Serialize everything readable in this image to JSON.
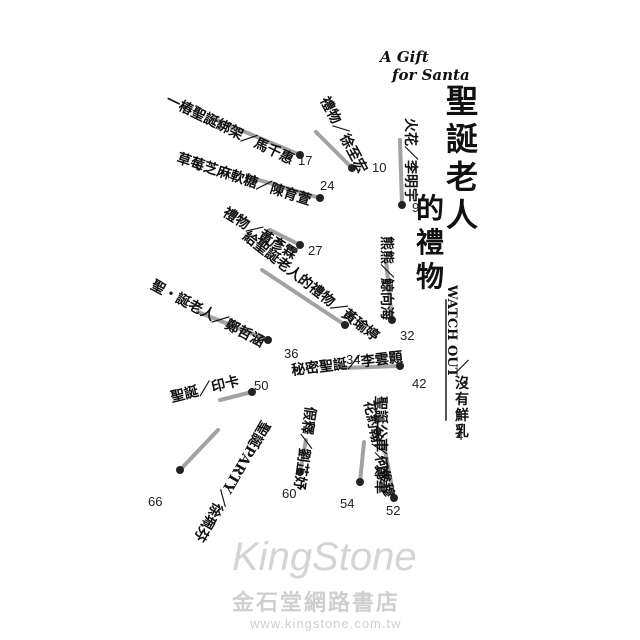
{
  "book": {
    "english_title": [
      "A Gift",
      "for Santa"
    ],
    "title_main": "聖誕老人",
    "title_sub": "的禮物",
    "series": "WATCH OUT",
    "series_sep": "／",
    "author": "沒有鮮乳",
    "author_page": "4"
  },
  "toc": [
    {
      "title": "火花",
      "author": "李明宇",
      "page": "9"
    },
    {
      "title": "禮物",
      "author": "徐至宏",
      "page": "10"
    },
    {
      "title": "一樁聖誕綁架",
      "author": "馬千惠",
      "page": "17"
    },
    {
      "title": "草莓芝麻軟糖",
      "author": "陳育萱",
      "page": "24"
    },
    {
      "title": "禮物",
      "author": "黃彥霖",
      "page": "27"
    },
    {
      "title": "熊熊",
      "author": "鯨向海",
      "page": "32"
    },
    {
      "title": "給聖誕老人的禮物",
      "author": "黃瑜婷",
      "page": "34"
    },
    {
      "title": "聖・誕老人",
      "author": "鄭哲涵",
      "page": "36"
    },
    {
      "title": "秘密聖誕",
      "author": "李雲顥",
      "page": "42"
    },
    {
      "title": "聖誕",
      "author": "印卡",
      "page": "50"
    },
    {
      "title": "聖誕公車",
      "author": "鄭聿",
      "page": "52"
    },
    {
      "title": "花約翰",
      "author": "何俊穆",
      "page": "54"
    },
    {
      "title": "假釋",
      "author": "劉芷妤",
      "page": "60"
    },
    {
      "title": "聖誕PARTY",
      "author": "徐珮芬",
      "page": "66"
    }
  ],
  "watermark": {
    "brand": "KingStone",
    "chinese": "金石堂網路書店",
    "url": "www.kingstone.com.tw"
  }
}
